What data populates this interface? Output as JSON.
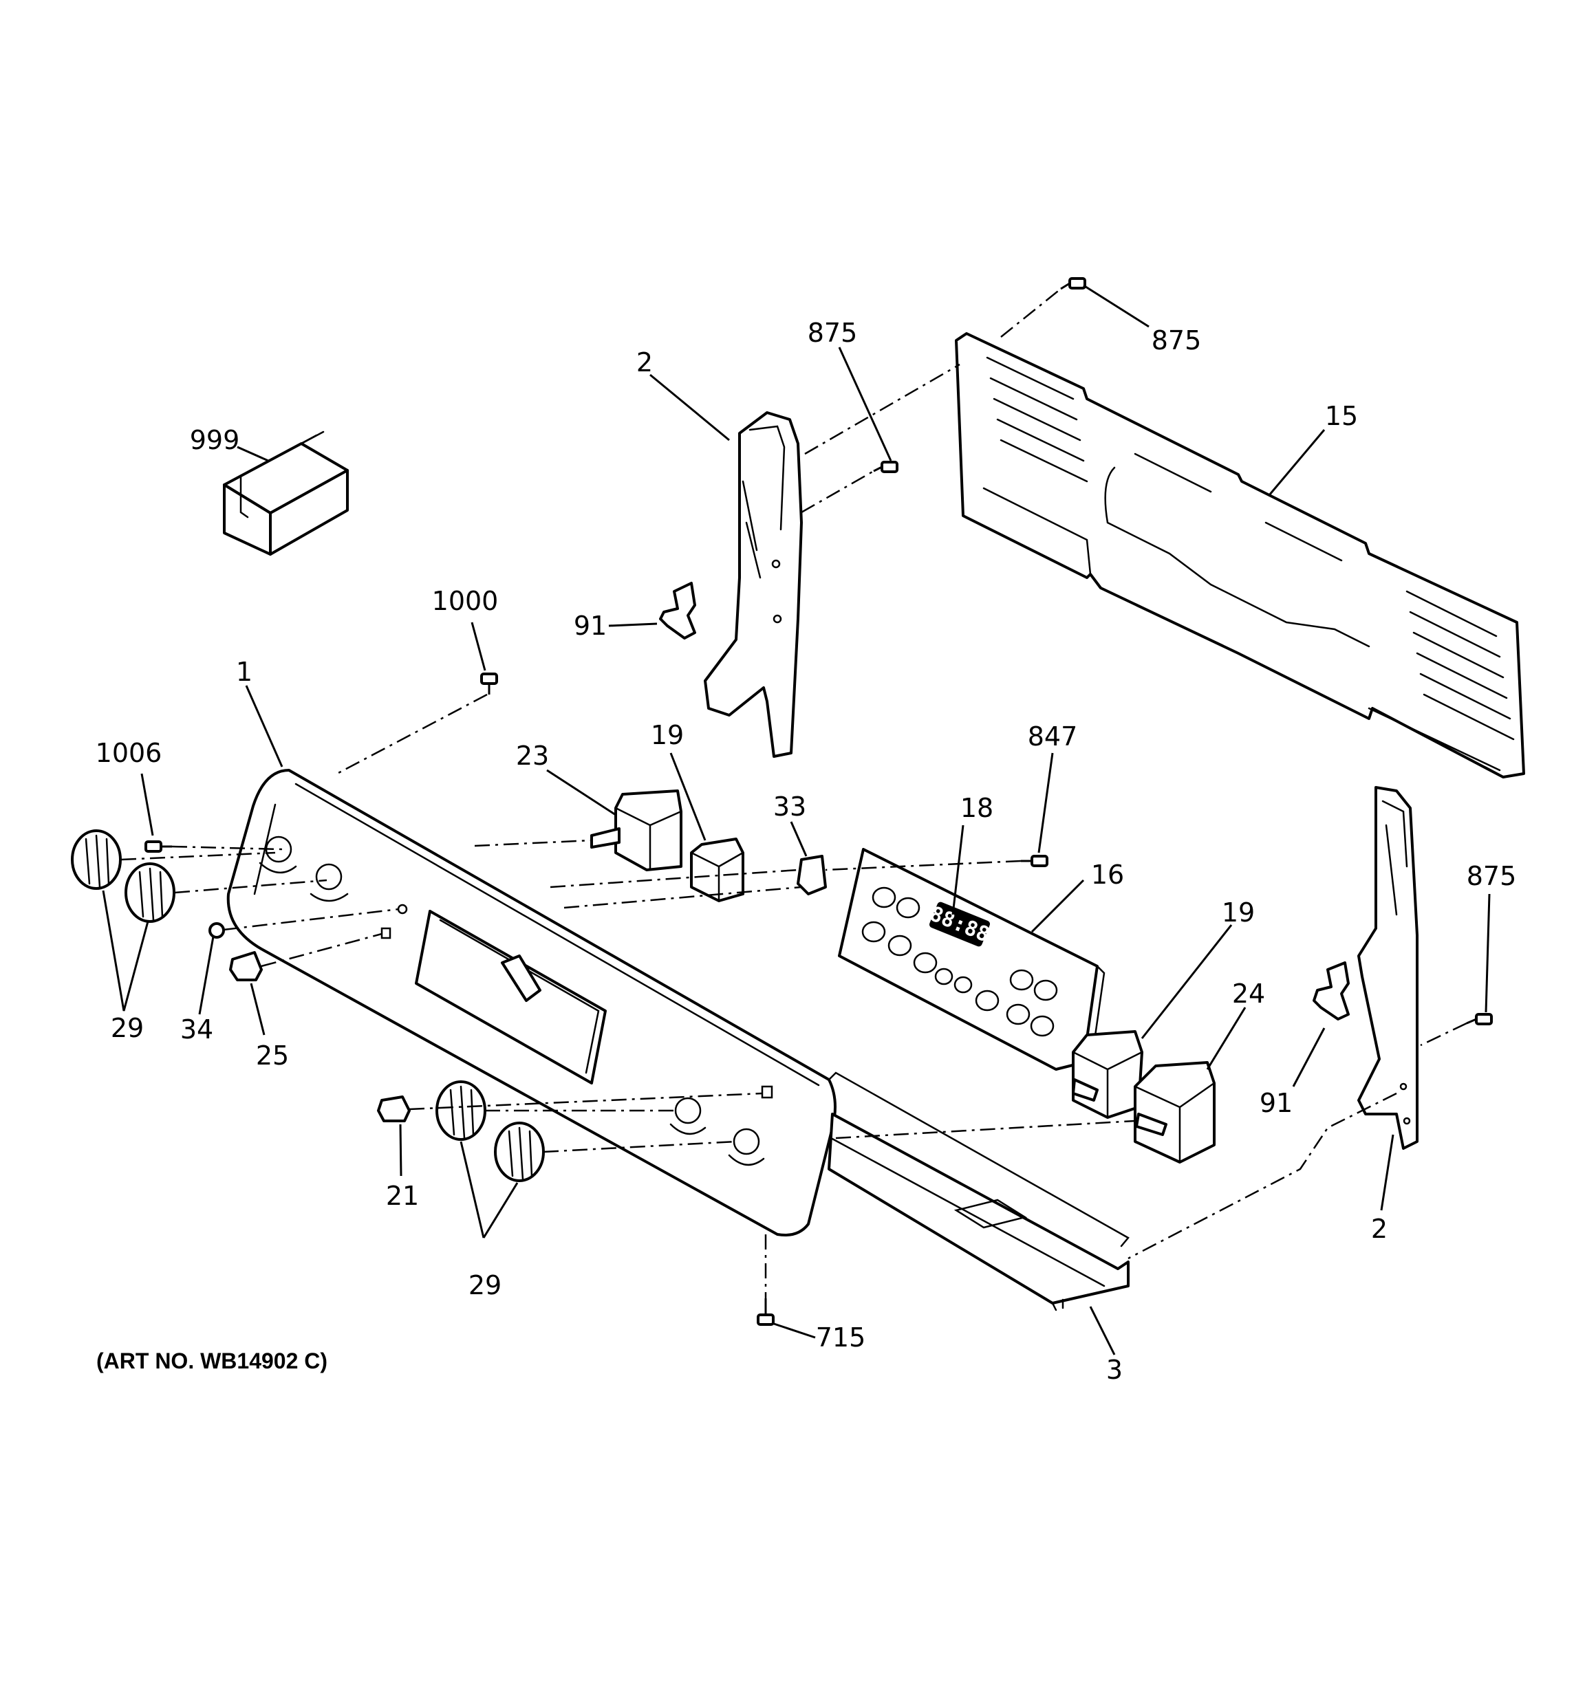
{
  "labels": {
    "l999": "999",
    "l1000": "1000",
    "l1": "1",
    "l1006": "1006",
    "l29a": "29",
    "l34": "34",
    "l25": "25",
    "l23": "23",
    "l19a": "19",
    "l33": "33",
    "l18": "18",
    "l847": "847",
    "l16": "16",
    "l19b": "19",
    "l24": "24",
    "l2a": "2",
    "l875a": "875",
    "l875b": "875",
    "l15": "15",
    "l91a": "91",
    "l875c": "875",
    "l91b": "91",
    "l2b": "2",
    "l21": "21",
    "l29b": "29",
    "l715": "715",
    "l3": "3"
  },
  "art_number": "(ART NO. WB14902 C)",
  "clock_display": "88:88"
}
